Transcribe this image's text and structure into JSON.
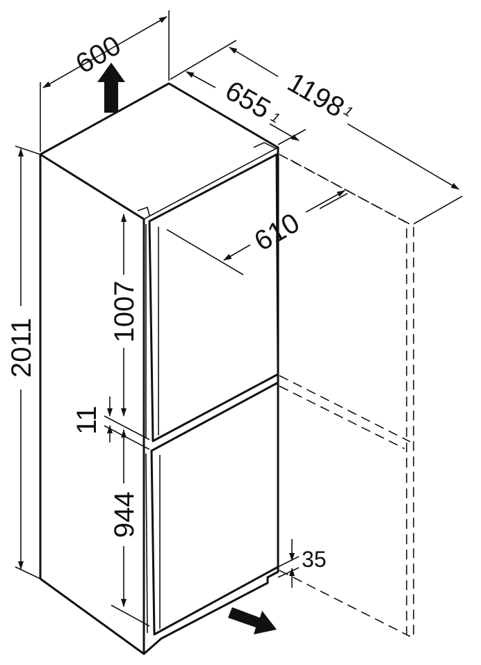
{
  "diagram": {
    "title": "Fridge-freezer installation dimensions (mm)",
    "dimensions": {
      "width": "600",
      "depth": "655",
      "depth_footnote": "1",
      "door_open_depth": "1198",
      "door_open_footnote": "1",
      "niche_depth": "610",
      "total_height": "2011",
      "upper_door_height": "1007",
      "door_gap": "11",
      "lower_door_height": "944",
      "plinth_height": "35"
    },
    "icons": [
      "air-outlet-arrow-up",
      "air-inlet-arrow-right"
    ],
    "colors": {
      "line": "#111111",
      "arrow": "#111111"
    }
  }
}
